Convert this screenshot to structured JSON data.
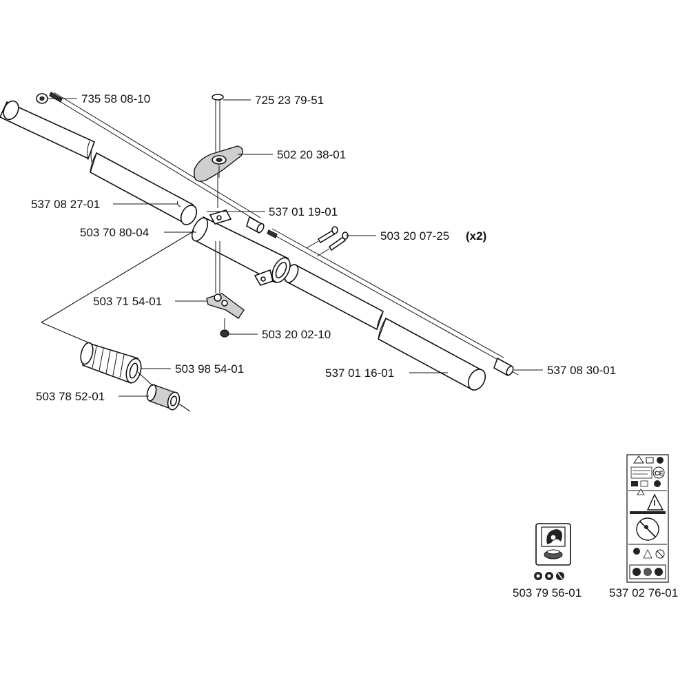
{
  "labels": {
    "washer": "735 58 08-10",
    "bolt_top": "725 23 79-51",
    "knob": "502 20 38-01",
    "upper_tube": "537 08 27-01",
    "drive_shaft": "537 01 19-01",
    "clamp": "503 70 80-04",
    "screws": "503 20 07-25",
    "screws_qty": "(x2)",
    "bracket": "503 71 54-01",
    "screw_small": "503 20 02-10",
    "bushing": "503 98 54-01",
    "lower_tube": "537 01 16-01",
    "shaft_end": "537 08 30-01",
    "collar": "503 78 52-01",
    "decal_1": "503 79 56-01",
    "decal_2": "537 02 76-01"
  },
  "decal_text": {
    "ce": "CE"
  }
}
